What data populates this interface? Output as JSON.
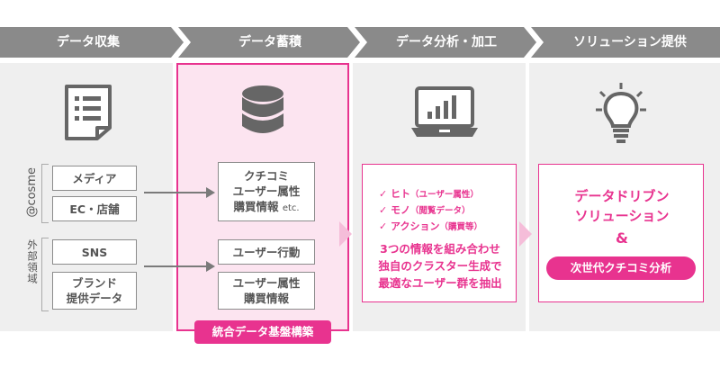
{
  "steps": [
    {
      "label": "データ収集"
    },
    {
      "label": "データ蓄積"
    },
    {
      "label": "データ分析・加工"
    },
    {
      "label": "ソリューション提供"
    }
  ],
  "sources": {
    "cosme_label": "@cosme",
    "external_label": "外部領域",
    "cosme_items": [
      "メディア",
      "EC・店舗"
    ],
    "external_items": [
      "SNS",
      "ブランド\n提供データ"
    ]
  },
  "storage": {
    "top_box": [
      "クチコミ",
      "ユーザー属性",
      "購買情報"
    ],
    "top_box_etc": "etc.",
    "bottom_box_1": "ユーザー行動",
    "bottom_box_2": [
      "ユーザー属性",
      "購買情報"
    ],
    "platform_badge": "統合データ基盤構築"
  },
  "analysis": {
    "checks": [
      {
        "main": "✓ ヒト",
        "sub": "（ユーザー属性）"
      },
      {
        "main": "✓ モノ",
        "sub": "（閲覧データ）"
      },
      {
        "main": "✓ アクション",
        "sub": "（購買等）"
      }
    ],
    "description": [
      "3つの情報を組み合わせ",
      "独自のクラスター生成で",
      "最適なユーザー群を抽出"
    ]
  },
  "solution": {
    "title": [
      "データドリブン",
      "ソリューション"
    ],
    "ampersand": "&",
    "badge": "次世代クチコミ分析"
  },
  "colors": {
    "accent": "#e8338f",
    "accent_light": "#fce4f0",
    "chevron": "#8a8a8a",
    "column_bg": "#efefef"
  },
  "icons": [
    "document-list-icon",
    "database-icon",
    "laptop-chart-icon",
    "lightbulb-icon"
  ]
}
